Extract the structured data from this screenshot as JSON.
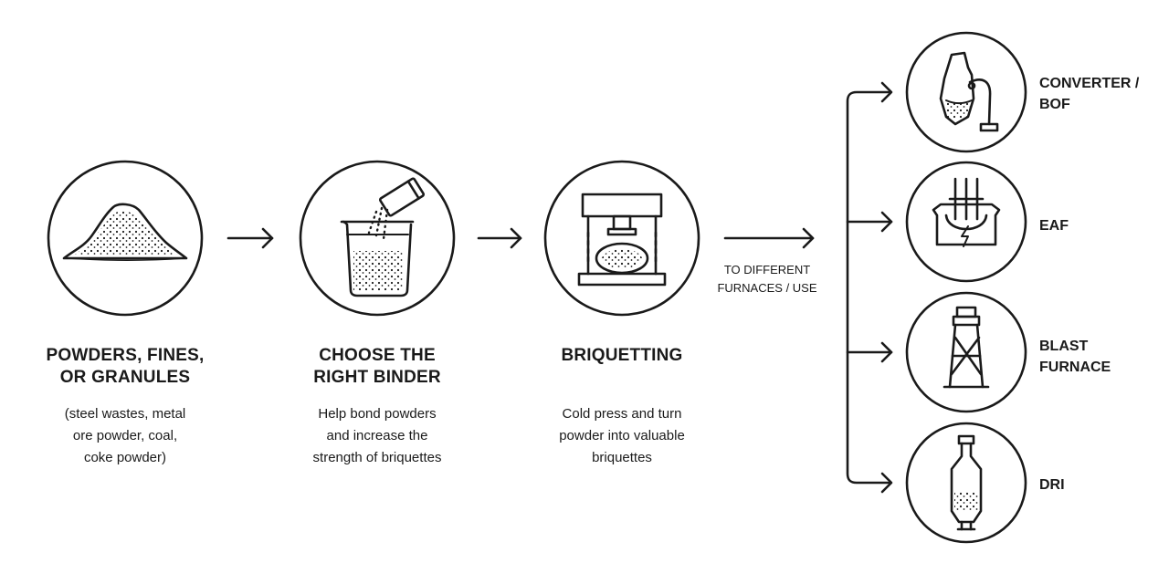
{
  "steps": [
    {
      "title": [
        "POWDERS, FINES,",
        "OR GRANULES"
      ],
      "description": [
        "(steel wastes, metal",
        "ore powder, coal,",
        "coke powder)"
      ],
      "icon": "powder-pile-icon"
    },
    {
      "title": [
        "CHOOSE THE",
        "RIGHT BINDER"
      ],
      "description": [
        "Help bond powders",
        "and increase the",
        "strength of briquettes"
      ],
      "icon": "beaker-binder-icon"
    },
    {
      "title": [
        "BRIQUETTING"
      ],
      "description": [
        "Cold press and turn",
        "powder into valuable",
        "briquettes"
      ],
      "icon": "press-icon"
    }
  ],
  "branch_note": [
    "TO DIFFERENT",
    "FURNACES / USE"
  ],
  "furnaces": [
    {
      "label": [
        "CONVERTER /",
        "BOF"
      ],
      "icon": "converter-icon"
    },
    {
      "label": [
        "EAF"
      ],
      "icon": "electric-arc-furnace-icon"
    },
    {
      "label": [
        "BLAST",
        "FURNACE"
      ],
      "icon": "blast-furnace-icon"
    },
    {
      "label": [
        "DRI"
      ],
      "icon": "dri-shaft-icon"
    }
  ]
}
